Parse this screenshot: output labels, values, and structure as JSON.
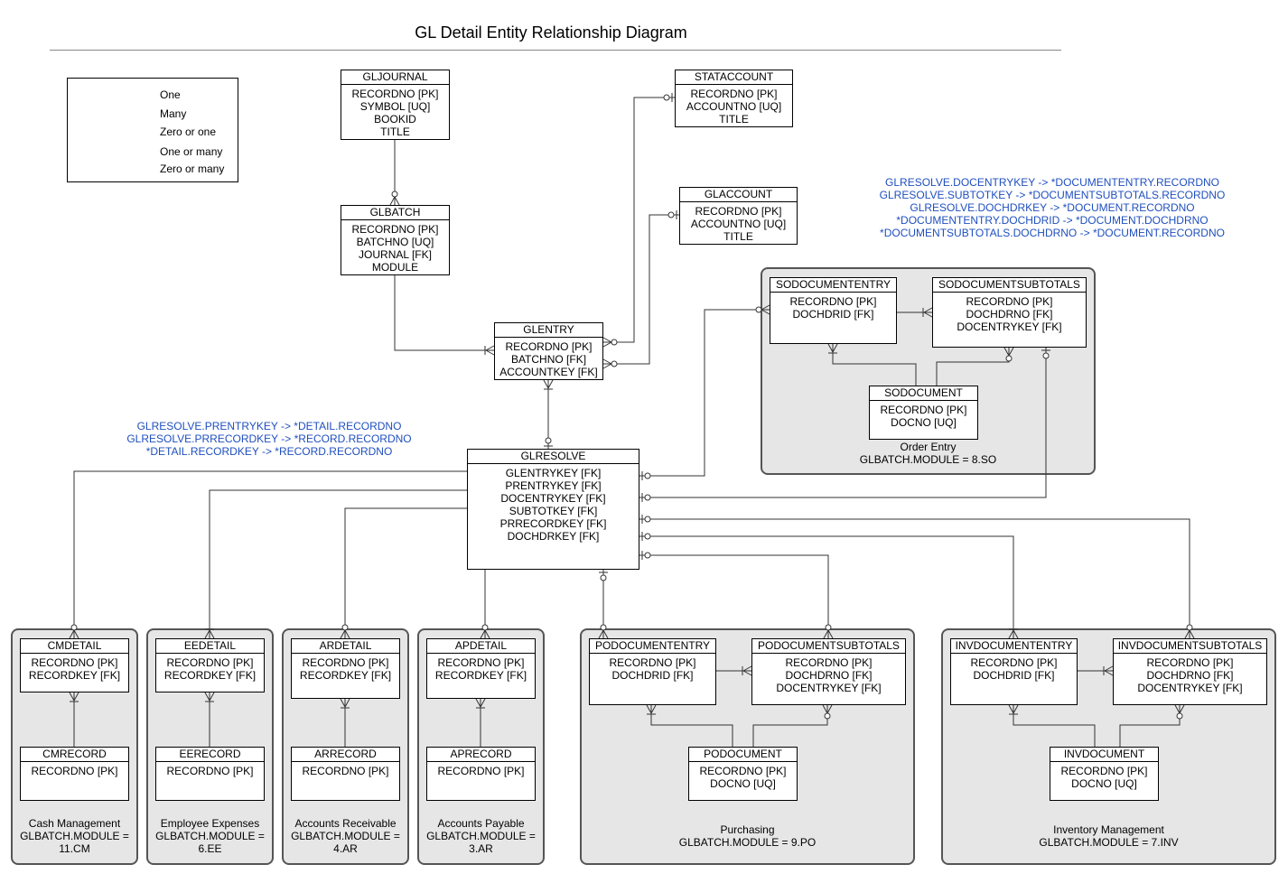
{
  "title": "GL Detail Entity Relationship Diagram",
  "legend": [
    {
      "label": "One",
      "icon": "one-icon"
    },
    {
      "label": "Many",
      "icon": "many-icon"
    },
    {
      "label": "Zero or one",
      "icon": "zero-or-one-icon"
    },
    {
      "label": "One or many",
      "icon": "one-or-many-icon"
    },
    {
      "label": "Zero or many",
      "icon": "zero-or-many-icon"
    }
  ],
  "notes": {
    "documents": [
      "GLRESOLVE.DOCENTRYKEY -> *DOCUMENTENTRY.RECORDNO",
      "GLRESOLVE.SUBTOTKEY -> *DOCUMENTSUBTOTALS.RECORDNO",
      "GLRESOLVE.DOCHDRKEY -> *DOCUMENT.RECORDNO",
      "*DOCUMENTENTRY.DOCHDRID -> *DOCUMENT.DOCHDRNO",
      "*DOCUMENTSUBTOTALS.DOCHDRNO -> *DOCUMENT.RECORDNO"
    ],
    "details": [
      "GLRESOLVE.PRENTRYKEY -> *DETAIL.RECORDNO",
      "GLRESOLVE.PRRECORDKEY -> *RECORD.RECORDNO",
      "*DETAIL.RECORDKEY -> *RECORD.RECORDNO"
    ]
  },
  "groups": {
    "so": {
      "caption": [
        "Order Entry",
        "GLBATCH.MODULE = 8.SO"
      ]
    },
    "cm": {
      "caption": [
        "Cash Management",
        "GLBATCH.MODULE =",
        "11.CM"
      ]
    },
    "ee": {
      "caption": [
        "Employee Expenses",
        "GLBATCH.MODULE =",
        "6.EE"
      ]
    },
    "ar": {
      "caption": [
        "Accounts Receivable",
        "GLBATCH.MODULE =",
        "4.AR"
      ]
    },
    "ap": {
      "caption": [
        "Accounts Payable",
        "GLBATCH.MODULE =",
        "3.AR"
      ]
    },
    "po": {
      "caption": [
        "Purchasing",
        "GLBATCH.MODULE = 9.PO"
      ]
    },
    "inv": {
      "caption": [
        "Inventory Management",
        "GLBATCH.MODULE = 7.INV"
      ]
    }
  },
  "entities": {
    "gljournal": {
      "name": "GLJOURNAL",
      "fields": [
        "RECORDNO [PK]",
        "SYMBOL [UQ]",
        "BOOKID",
        "TITLE"
      ]
    },
    "glbatch": {
      "name": "GLBATCH",
      "fields": [
        "RECORDNO [PK]",
        "BATCHNO [UQ]",
        "JOURNAL [FK]",
        "MODULE"
      ]
    },
    "stataccount": {
      "name": "STATACCOUNT",
      "fields": [
        "RECORDNO [PK]",
        "ACCOUNTNO [UQ]",
        "TITLE"
      ]
    },
    "glaccount": {
      "name": "GLACCOUNT",
      "fields": [
        "RECORDNO [PK]",
        "ACCOUNTNO [UQ]",
        "TITLE"
      ]
    },
    "glentry": {
      "name": "GLENTRY",
      "fields": [
        "RECORDNO [PK]",
        "BATCHNO [FK]",
        "ACCOUNTKEY [FK]"
      ]
    },
    "glresolve": {
      "name": "GLRESOLVE",
      "fields": [
        "GLENTRYKEY [FK]",
        "PRENTRYKEY [FK]",
        "DOCENTRYKEY [FK]",
        "SUBTOTKEY [FK]",
        "PRRECORDKEY [FK]",
        "DOCHDRKEY [FK]"
      ]
    },
    "sodocumententry": {
      "name": "SODOCUMENTENTRY",
      "fields": [
        "RECORDNO [PK]",
        "DOCHDRID [FK]"
      ]
    },
    "sodocumentsubtotals": {
      "name": "SODOCUMENTSUBTOTALS",
      "fields": [
        "RECORDNO [PK]",
        "DOCHDRNO [FK]",
        "DOCENTRYKEY [FK]"
      ]
    },
    "sodocument": {
      "name": "SODOCUMENT",
      "fields": [
        "RECORDNO [PK]",
        "DOCNO [UQ]"
      ]
    },
    "cmdetail": {
      "name": "CMDETAIL",
      "fields": [
        "RECORDNO [PK]",
        "RECORDKEY [FK]"
      ]
    },
    "cmrecord": {
      "name": "CMRECORD",
      "fields": [
        "RECORDNO [PK]"
      ]
    },
    "eedetail": {
      "name": "EEDETAIL",
      "fields": [
        "RECORDNO [PK]",
        "RECORDKEY [FK]"
      ]
    },
    "eerecord": {
      "name": "EERECORD",
      "fields": [
        "RECORDNO [PK]"
      ]
    },
    "ardetail": {
      "name": "ARDETAIL",
      "fields": [
        "RECORDNO [PK]",
        "RECORDKEY [FK]"
      ]
    },
    "arrecord": {
      "name": "ARRECORD",
      "fields": [
        "RECORDNO [PK]"
      ]
    },
    "apdetail": {
      "name": "APDETAIL",
      "fields": [
        "RECORDNO [PK]",
        "RECORDKEY [FK]"
      ]
    },
    "aprecord": {
      "name": "APRECORD",
      "fields": [
        "RECORDNO [PK]"
      ]
    },
    "podocumententry": {
      "name": "PODOCUMENTENTRY",
      "fields": [
        "RECORDNO [PK]",
        "DOCHDRID [FK]"
      ]
    },
    "podocumentsubtotals": {
      "name": "PODOCUMENTSUBTOTALS",
      "fields": [
        "RECORDNO [PK]",
        "DOCHDRNO [FK]",
        "DOCENTRYKEY [FK]"
      ]
    },
    "podocument": {
      "name": "PODOCUMENT",
      "fields": [
        "RECORDNO [PK]",
        "DOCNO [UQ]"
      ]
    },
    "invdocumententry": {
      "name": "INVDOCUMENTENTRY",
      "fields": [
        "RECORDNO [PK]",
        "DOCHDRID [FK]"
      ]
    },
    "invdocumentsubtotals": {
      "name": "INVDOCUMENTSUBTOTALS",
      "fields": [
        "RECORDNO [PK]",
        "DOCHDRNO [FK]",
        "DOCENTRYKEY [FK]"
      ]
    },
    "invdocument": {
      "name": "INVDOCUMENT",
      "fields": [
        "RECORDNO [PK]",
        "DOCNO [UQ]"
      ]
    }
  }
}
